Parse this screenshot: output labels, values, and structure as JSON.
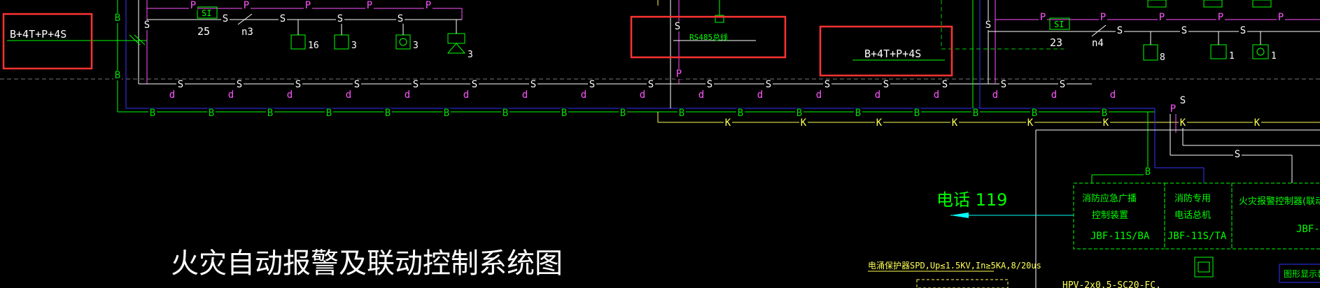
{
  "title": "火灾自动报警及联动控制系统图",
  "labels": {
    "left_cable": "B+4T+P+4S",
    "mid_cable": "B+4T+P+4S",
    "rs485": "RS485总线",
    "phone": "电话 119",
    "spd": "电涌保护器SPD,Up≤1.5KV,In≥5KA,8/20us",
    "hpv": "HPV-2x0.5-SC20-FC."
  },
  "left_group": {
    "si": "SI",
    "n_left": "25",
    "n_right": "n3",
    "d16": "16",
    "d3a": "3",
    "d3b": "3",
    "d3c": "3"
  },
  "right_group": {
    "si": "SI",
    "n_left": "23",
    "n_right": "n4",
    "d8": "8",
    "d1a": "1",
    "d1b": "1"
  },
  "line_codes": {
    "S": "S",
    "d": "d",
    "B": "B",
    "K": "K",
    "P": "P"
  },
  "panels": {
    "broadcast": {
      "line1": "消防应急广播",
      "line2": "控制装置",
      "model": "JBF-11S/BA"
    },
    "phone": {
      "line1": "消防专用",
      "line2": "电话总机",
      "model": "JBF-11S/TA"
    },
    "controller": {
      "line1": "火灾报警控制器(联动型)",
      "model": "JBF-"
    },
    "display": {
      "label": "图形显示装置"
    }
  },
  "colors": {
    "magenta": "#ff55ff",
    "white": "#ffffff",
    "green": "#00dd00",
    "blue": "#3333ff",
    "yellow": "#ffff55",
    "red": "#ff3333",
    "cyan": "#00ffff"
  }
}
